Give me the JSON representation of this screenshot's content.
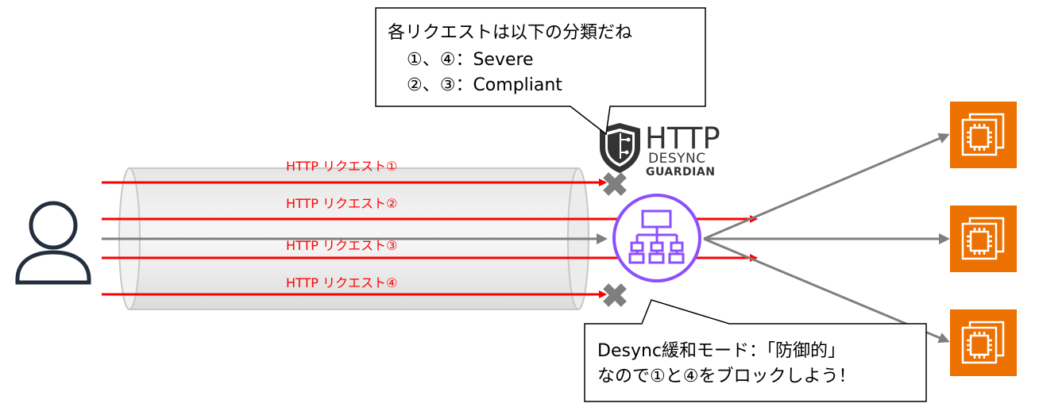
{
  "top_callout": {
    "line1": "各リクエストは以下の分類だね",
    "line2": "①、④：Severe",
    "line3": "②、③：Compliant"
  },
  "logo": {
    "title": "HTTP",
    "sub1": "DESYNC",
    "sub2": "GUARDIAN"
  },
  "requests": [
    {
      "label": "HTTP リクエスト①",
      "blocked": true
    },
    {
      "label": "HTTP リクエスト②",
      "blocked": false
    },
    {
      "label": "HTTP リクエスト③",
      "blocked": false
    },
    {
      "label": "HTTP リクエスト④",
      "blocked": true
    }
  ],
  "bottom_callout": {
    "line1": "Desync緩和モード：「防御的」",
    "line2": "なので①と④をブロックしよう！"
  },
  "colors": {
    "request": "#ff0000",
    "load_balancer": "#8c4fff",
    "instance": "#ed7100",
    "connector": "#7f7f7f",
    "user": "#232f3e"
  },
  "icons": [
    "user-icon",
    "load-balancer-icon",
    "ec2-instance-icon",
    "block-x-icon",
    "shield-icon"
  ]
}
